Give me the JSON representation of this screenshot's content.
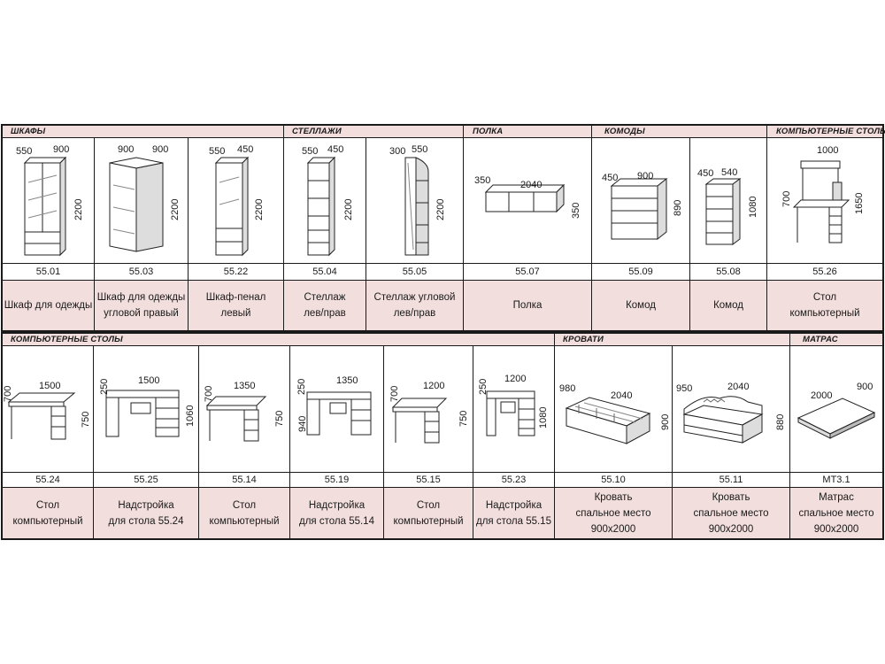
{
  "headers": {
    "shkafy": "ШКАФЫ",
    "stellazhi": "СТЕЛЛАЖИ",
    "polka": "ПОЛКА",
    "komody": "КОМОДЫ",
    "comp_top": "КОМПЬЮТЕРНЫЕ СТОЛЫ",
    "comp_bottom": "КОМПЬЮТЕРНЫЕ СТОЛЫ",
    "krovati": "КРОВАТИ",
    "matras": "МАТРАС"
  },
  "items_top": [
    {
      "code": "55.01",
      "name": "Шкаф для одежды",
      "dims": [
        "550",
        "900",
        "2200"
      ]
    },
    {
      "code": "55.03",
      "name": "Шкаф для одежды\nугловой правый",
      "dims": [
        "900",
        "900",
        "2200"
      ]
    },
    {
      "code": "55.22",
      "name": "Шкаф-пенал\nлевый",
      "dims": [
        "550",
        "450",
        "2200"
      ]
    },
    {
      "code": "55.04",
      "name": "Стеллаж\nлев/прав",
      "dims": [
        "550",
        "450",
        "2200"
      ]
    },
    {
      "code": "55.05",
      "name": "Стеллаж угловой\nлев/прав",
      "dims": [
        "300",
        "550",
        "2200"
      ]
    },
    {
      "code": "55.07",
      "name": "Полка",
      "dims": [
        "350",
        "2040",
        "350"
      ]
    },
    {
      "code": "55.09",
      "name": "Комод",
      "dims": [
        "450",
        "900",
        "890"
      ]
    },
    {
      "code": "55.08",
      "name": "Комод",
      "dims": [
        "450",
        "540",
        "1080"
      ]
    },
    {
      "code": "55.26",
      "name": "Стол\nкомпьютерный",
      "dims": [
        "1000",
        "700",
        "1650"
      ]
    }
  ],
  "items_bottom": [
    {
      "code": "55.24",
      "name": "Стол\nкомпьютерный",
      "dims": [
        "700",
        "1500",
        "750"
      ]
    },
    {
      "code": "55.25",
      "name": "Надстройка\nдля стола 55.24",
      "dims": [
        "250",
        "1500",
        "1060"
      ]
    },
    {
      "code": "55.14",
      "name": "Стол\nкомпьютерный",
      "dims": [
        "700",
        "1350",
        "750"
      ]
    },
    {
      "code": "55.19",
      "name": "Надстройка\nдля стола 55.14",
      "dims": [
        "250",
        "1350",
        "940"
      ]
    },
    {
      "code": "55.15",
      "name": "Стол\nкомпьютерный",
      "dims": [
        "700",
        "1200",
        "750"
      ]
    },
    {
      "code": "55.23",
      "name": "Надстройка\nдля стола 55.15",
      "dims": [
        "250",
        "1200",
        "1080"
      ]
    },
    {
      "code": "55.10",
      "name": "Кровать\nспальное место\n900x2000",
      "dims": [
        "980",
        "2040",
        "900"
      ]
    },
    {
      "code": "55.11",
      "name": "Кровать\nспальное место\n900x2000",
      "dims": [
        "950",
        "2040",
        "880"
      ]
    },
    {
      "code": "МТ3.1",
      "name": "Матрас\nспальное место\n900x2000",
      "dims": [
        "2000",
        "900"
      ]
    }
  ]
}
